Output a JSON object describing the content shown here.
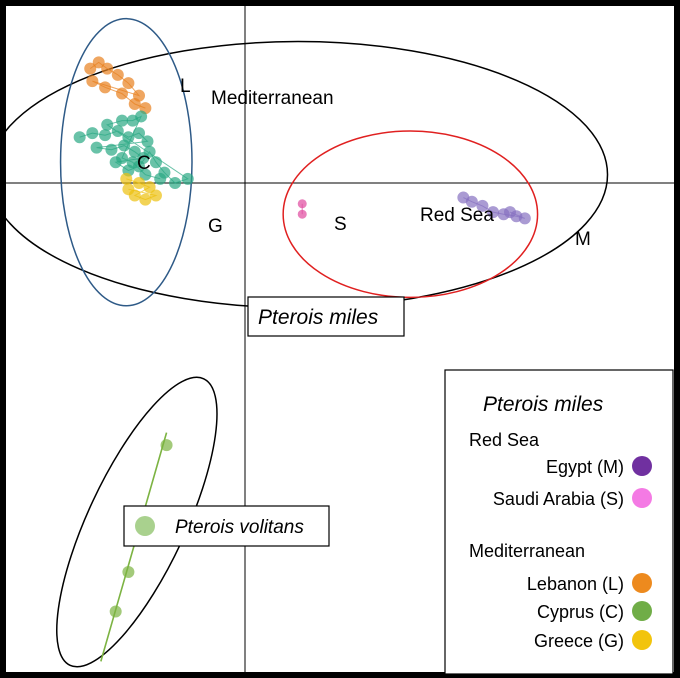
{
  "chart_data": {
    "type": "scatter",
    "title": "",
    "xlabel": "",
    "ylabel": "",
    "axes": "centered crosshair, no ticks",
    "grid": false,
    "legend_placement": "bottom-right",
    "cluster_labels": {
      "lebanon": "L",
      "cyprus": "C",
      "greece": "G",
      "saudi": "S",
      "egypt": "M",
      "mediterranean": "Mediterranean",
      "red_sea": "Red Sea"
    },
    "boxed_labels": {
      "miles": "Pterois miles",
      "volitans": "Pterois volitans"
    },
    "legend": {
      "title": "Pterois miles",
      "groups": [
        {
          "name": "Red Sea",
          "items": [
            {
              "label": "Egypt (M)",
              "color": "#7030a0"
            },
            {
              "label": "Saudi Arabia (S)",
              "color": "#f47ae4"
            }
          ]
        },
        {
          "name": "Mediterranean",
          "items": [
            {
              "label": "Lebanon (L)",
              "color": "#ed8a1e"
            },
            {
              "label": "Cyprus (C)",
              "color": "#70ad47"
            },
            {
              "label": "Greece (G)",
              "color": "#f2c40c"
            }
          ]
        }
      ]
    },
    "series": [
      {
        "key": "lebanon",
        "color": "#e8801e",
        "points": [
          [
            -0.73,
            0.55
          ],
          [
            -0.69,
            0.58
          ],
          [
            -0.65,
            0.55
          ],
          [
            -0.6,
            0.52
          ],
          [
            -0.55,
            0.48
          ],
          [
            -0.5,
            0.42
          ],
          [
            -0.72,
            0.49
          ],
          [
            -0.66,
            0.46
          ],
          [
            -0.58,
            0.43
          ],
          [
            -0.52,
            0.38
          ],
          [
            -0.47,
            0.36
          ]
        ]
      },
      {
        "key": "cyprus",
        "color": "#2aa883",
        "points": [
          [
            -0.78,
            0.22
          ],
          [
            -0.72,
            0.24
          ],
          [
            -0.66,
            0.23
          ],
          [
            -0.6,
            0.25
          ],
          [
            -0.55,
            0.22
          ],
          [
            -0.5,
            0.24
          ],
          [
            -0.46,
            0.2
          ],
          [
            -0.7,
            0.17
          ],
          [
            -0.63,
            0.16
          ],
          [
            -0.57,
            0.18
          ],
          [
            -0.52,
            0.15
          ],
          [
            -0.48,
            0.12
          ],
          [
            -0.61,
            0.1
          ],
          [
            -0.55,
            0.06
          ],
          [
            -0.5,
            0.08
          ],
          [
            -0.45,
            0.15
          ],
          [
            -0.42,
            0.1
          ],
          [
            -0.38,
            0.05
          ],
          [
            -0.33,
            0.0
          ],
          [
            -0.27,
            0.02
          ],
          [
            -0.65,
            0.28
          ],
          [
            -0.58,
            0.3
          ],
          [
            -0.53,
            0.3
          ],
          [
            -0.49,
            0.32
          ],
          [
            -0.58,
            0.12
          ],
          [
            -0.53,
            0.1
          ],
          [
            -0.47,
            0.04
          ],
          [
            -0.4,
            0.02
          ]
        ]
      },
      {
        "key": "greece",
        "color": "#ecc10e",
        "points": [
          [
            -0.56,
            0.02
          ],
          [
            -0.5,
            0.0
          ],
          [
            -0.45,
            -0.02
          ],
          [
            -0.52,
            -0.06
          ],
          [
            -0.47,
            -0.08
          ],
          [
            -0.42,
            -0.06
          ],
          [
            -0.55,
            -0.03
          ]
        ]
      },
      {
        "key": "saudi",
        "color": "#e0489e",
        "points": [
          [
            0.27,
            -0.1
          ],
          [
            0.27,
            -0.15
          ]
        ]
      },
      {
        "key": "egypt",
        "color": "#8670c0",
        "points": [
          [
            1.03,
            -0.07
          ],
          [
            1.07,
            -0.09
          ],
          [
            1.12,
            -0.11
          ],
          [
            1.17,
            -0.14
          ],
          [
            1.22,
            -0.15
          ],
          [
            1.28,
            -0.16
          ],
          [
            1.32,
            -0.17
          ],
          [
            1.25,
            -0.14
          ]
        ]
      },
      {
        "key": "volitans",
        "color": "#7cb342",
        "points": [
          [
            -0.37,
            -1.26
          ],
          [
            -0.55,
            -1.87
          ],
          [
            -0.61,
            -2.06
          ]
        ]
      }
    ],
    "fit_lines": [
      {
        "key": "volitans",
        "from": [
          -0.37,
          -1.2
        ],
        "to": [
          -0.68,
          -2.3
        ]
      }
    ],
    "ellipses": [
      {
        "key": "pterois_miles",
        "cx": 0.25,
        "cy": 0.04,
        "rx": 1.46,
        "ry": 0.64,
        "color": "#000000"
      },
      {
        "key": "mediterranean",
        "cx": -0.56,
        "cy": 0.1,
        "rx": 0.31,
        "ry": 0.69,
        "color": "#2e5a87"
      },
      {
        "key": "red_sea",
        "cx": 0.78,
        "cy": -0.15,
        "rx": 0.6,
        "ry": 0.4,
        "color": "#e02020"
      },
      {
        "key": "pterois_volitans",
        "cx": -0.51,
        "cy": -1.63,
        "rx": 0.23,
        "ry": 0.76,
        "rotate": 25,
        "color": "#000000"
      }
    ],
    "xlim": [
      -1.1,
      1.9
    ],
    "ylim": [
      -2.5,
      0.85
    ]
  }
}
